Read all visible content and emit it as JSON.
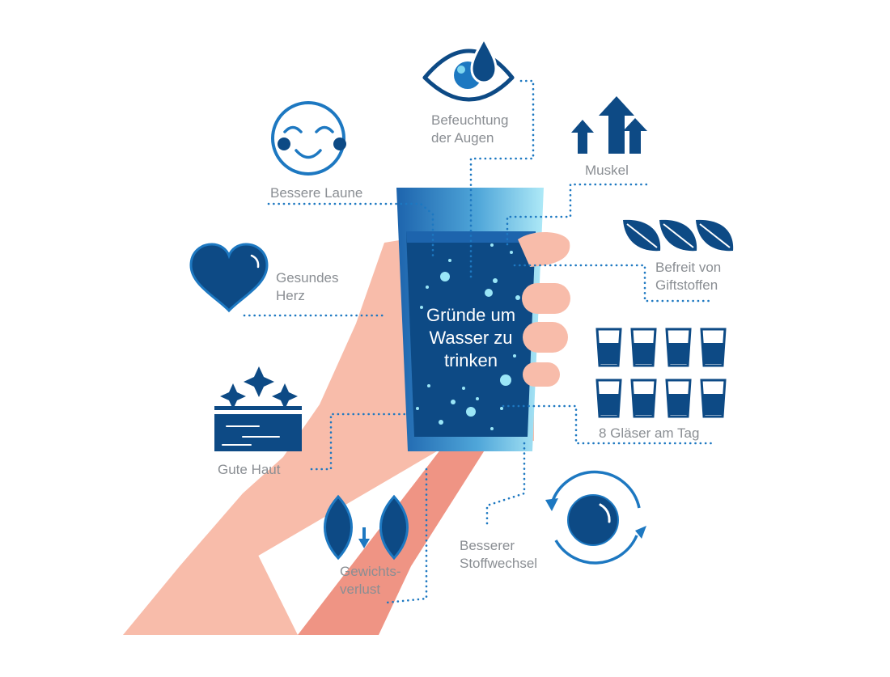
{
  "title": "Gründe um Wasser zu trinken",
  "labels": {
    "eyes": "Befeuchtung der Augen",
    "mood": "Bessere Laune",
    "muscle": "Muskel",
    "heart": "Gesundes Herz",
    "toxins": "Befreit von Giftstoffen",
    "skin": "Gute Haut",
    "glasses": "8 Gläser am Tag",
    "weight": "Gewichts-verlust",
    "metabolism": "Besserer Stoffwechsel"
  },
  "colors": {
    "dark_blue": "#0d4a85",
    "mid_blue": "#1d78c1",
    "light_blue": "#7fd6f0",
    "skin": "#f7b9a8",
    "skin_shadow": "#ef9484",
    "label_gray": "#8a8e93"
  }
}
